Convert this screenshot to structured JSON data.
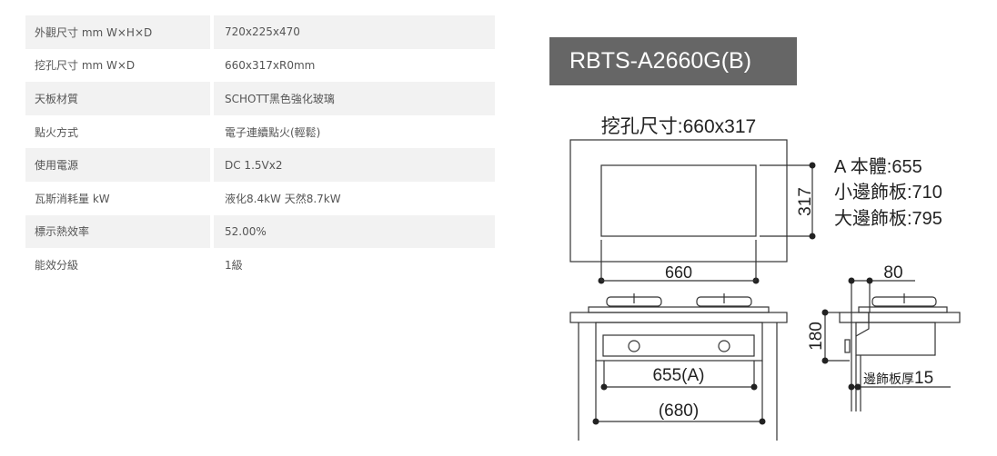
{
  "specs": [
    {
      "label": "外觀尺寸 mm W×H×D",
      "value": "720x225x470"
    },
    {
      "label": "挖孔尺寸 mm W×D",
      "value": "660x317xR0mm"
    },
    {
      "label": "天板材質",
      "value": "SCHOTT黑色強化玻璃"
    },
    {
      "label": "點火方式",
      "value": "電子連續點火(輕鬆)"
    },
    {
      "label": "使用電源",
      "value": "DC 1.5Vx2"
    },
    {
      "label": "瓦斯消耗量 kW",
      "value": "液化8.4kW 天然8.7kW"
    },
    {
      "label": "標示熱效率",
      "value": "52.00%"
    },
    {
      "label": "能效分級",
      "value": "1級"
    }
  ],
  "model": "RBTS-A2660G(B)",
  "diagram": {
    "cutout_title": "挖孔尺寸:660x317",
    "depth": "317",
    "width": "660",
    "notes": [
      "A 本體:655",
      "小邊飾板:710",
      "大邊飾板:795"
    ],
    "body_width": "655(A)",
    "outer_width": "(680)",
    "height": "180",
    "offset": "80",
    "trim_label": "邊飾板厚",
    "trim_value": "15"
  }
}
